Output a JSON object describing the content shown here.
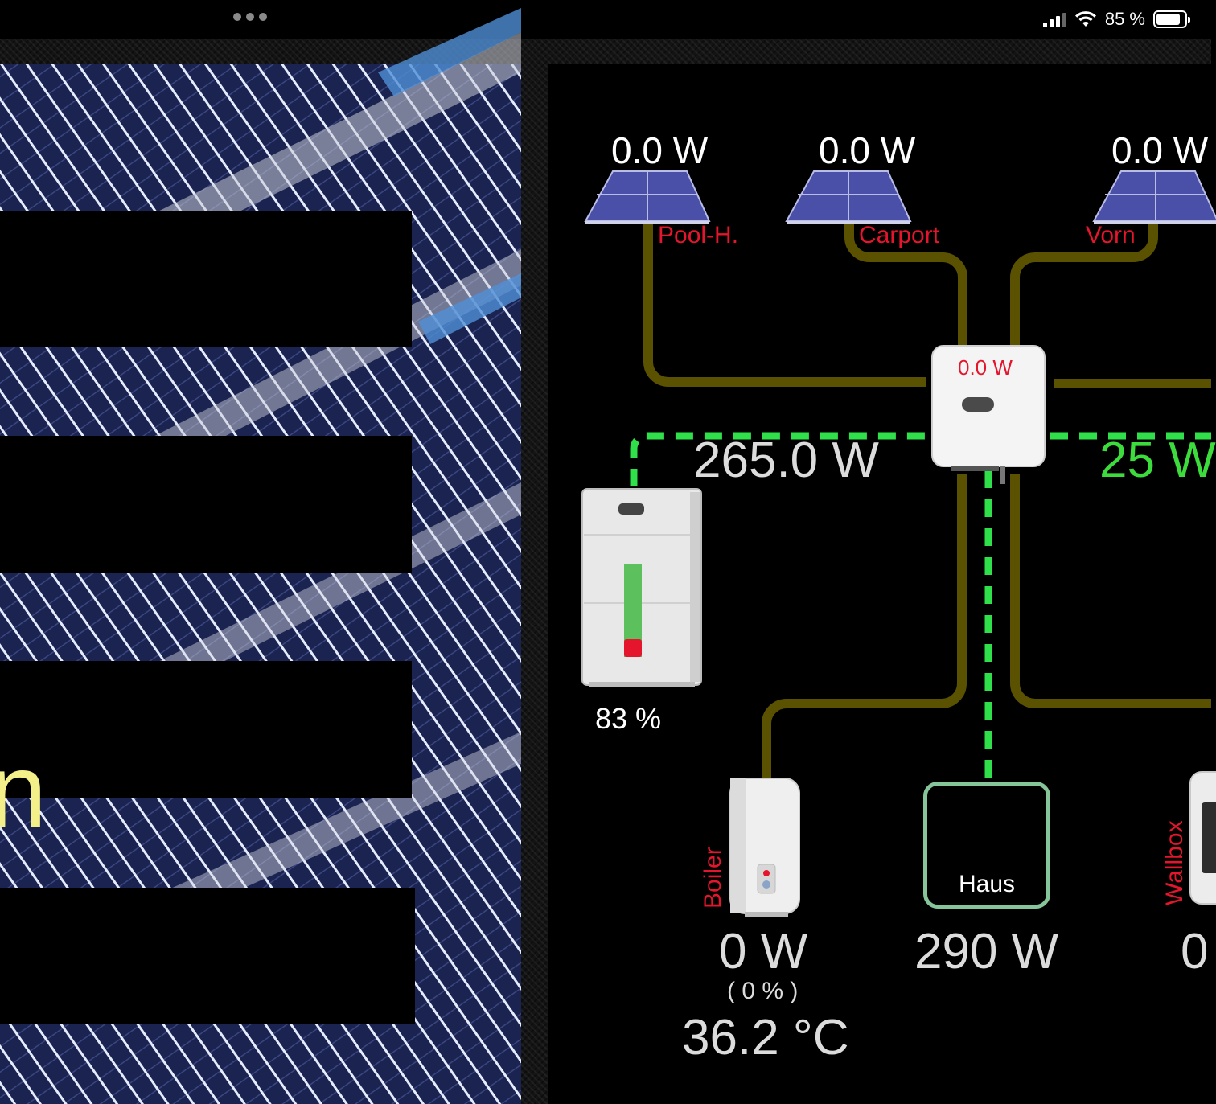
{
  "status_bar": {
    "battery_percent": "85 %",
    "battery_level": 0.85
  },
  "pv_strings": [
    {
      "power": "0.0 W",
      "label": "Pool-H."
    },
    {
      "power": "0.0 W",
      "label": "Carport"
    },
    {
      "power": "0.0 W",
      "label": "Vorn"
    }
  ],
  "inverter": {
    "power": "0.0 W"
  },
  "flows": {
    "battery_flow": "265.0 W",
    "grid_flow": "25 W"
  },
  "battery": {
    "soc": "83 %",
    "soc_level": 0.83
  },
  "consumers": {
    "boiler": {
      "label": "Boiler",
      "power": "0 W",
      "percent": "( 0 % )",
      "temperature": "36.2 °C"
    },
    "haus": {
      "label": "Haus",
      "power": "290 W"
    },
    "wallbox": {
      "label": "Wallbox",
      "power": "0"
    }
  },
  "colors": {
    "line": "#5a5200",
    "dashed": "#2fe04a",
    "label_red": "#e4152c",
    "grid_green": "#3ddc3d",
    "haus_border": "#86c59a"
  }
}
